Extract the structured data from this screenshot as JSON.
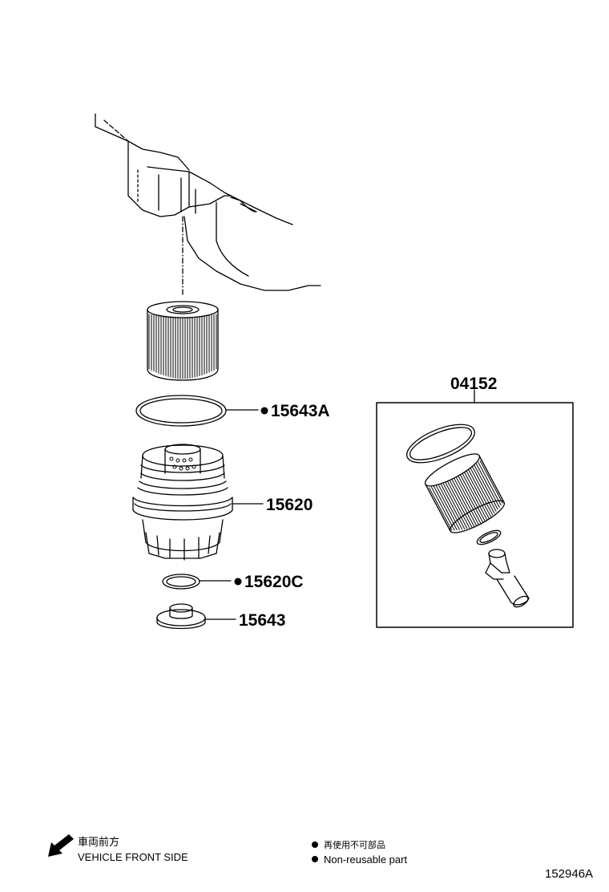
{
  "parts": {
    "filter_kit": "04152",
    "oring_large": "15643A",
    "cap_assy": "15620",
    "oring_small": "15620C",
    "drain_plug": "15643"
  },
  "legend": {
    "front_side_jp": "車両前方",
    "front_side_en": "VEHICLE FRONT SIDE",
    "nonreusable_jp": "再使用不可部品",
    "nonreusable_en": "Non-reusable part"
  },
  "illustration_id": "152946A",
  "icons": {
    "front_arrow": "arrow-down-left-icon",
    "bullet": "filled-circle-icon"
  }
}
